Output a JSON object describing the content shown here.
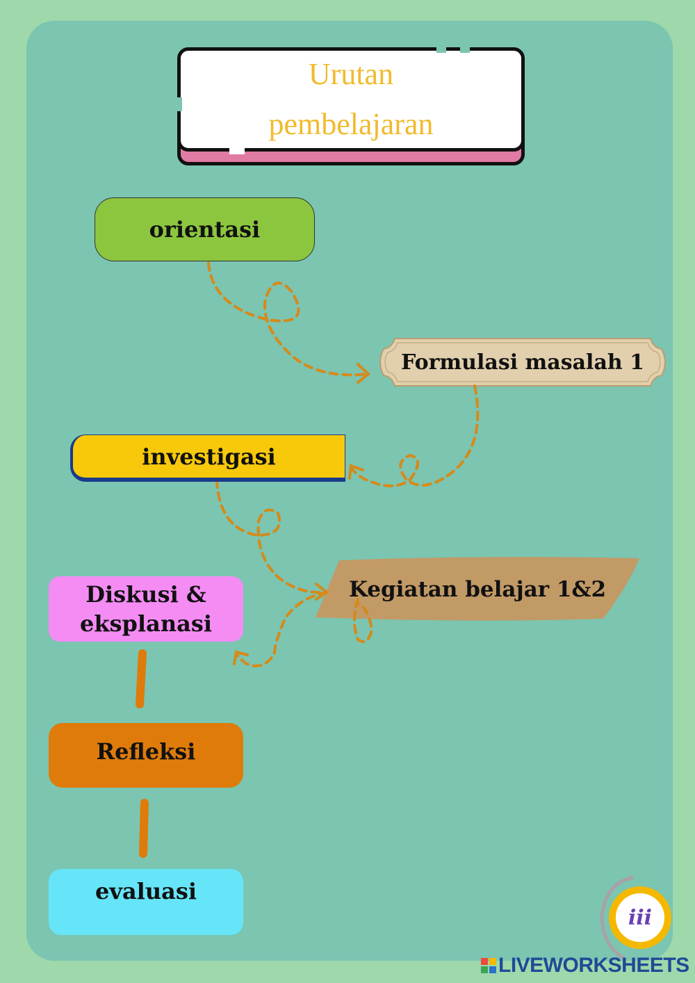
{
  "title": {
    "line1": "Urutan",
    "line2": "pembelajaran"
  },
  "steps": {
    "orientasi": "orientasi",
    "formulasi": "Formulasi masalah 1",
    "investigasi": "investigasi",
    "kegiatan": "Kegiatan belajar 1&2",
    "diskusi_line1": "Diskusi &",
    "diskusi_line2": "eksplanasi",
    "refleksi": "Refleksi",
    "evaluasi": "evaluasi"
  },
  "badge": {
    "text": "iii"
  },
  "brand": {
    "text": "LIVEWORKSHEETS"
  },
  "colors": {
    "background": "#9ed8ab",
    "panel": "#7bc5b1",
    "title_text": "#f0bb2c",
    "connector": "#d58a1a",
    "orientasi": "#8cc63f",
    "formulasi": "#e1cfad",
    "investigasi": "#f7c90a",
    "kegiatan": "#c29a66",
    "diskusi": "#f48cf4",
    "refleksi": "#df7b0a",
    "evaluasi": "#66e5f8"
  }
}
